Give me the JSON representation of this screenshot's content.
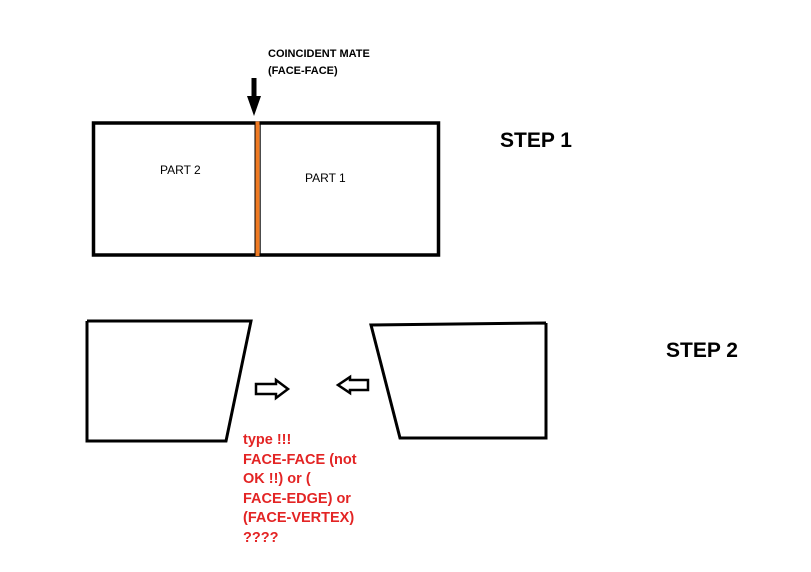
{
  "colors": {
    "ink": "#000000",
    "contact_face": "#f07a22",
    "note": "#e32424",
    "background": "#ffffff"
  },
  "step1": {
    "label": "STEP 1",
    "annotation_lines": [
      "COINCIDENT MATE",
      "(FACE-FACE)"
    ],
    "part_left": "PART 2",
    "part_right": "PART 1"
  },
  "step2": {
    "label": "STEP 2",
    "note_lines": [
      "type !!!",
      "FACE-FACE (not",
      "OK !!) or (",
      "FACE-EDGE) or",
      "(FACE-VERTEX)",
      "????"
    ]
  }
}
